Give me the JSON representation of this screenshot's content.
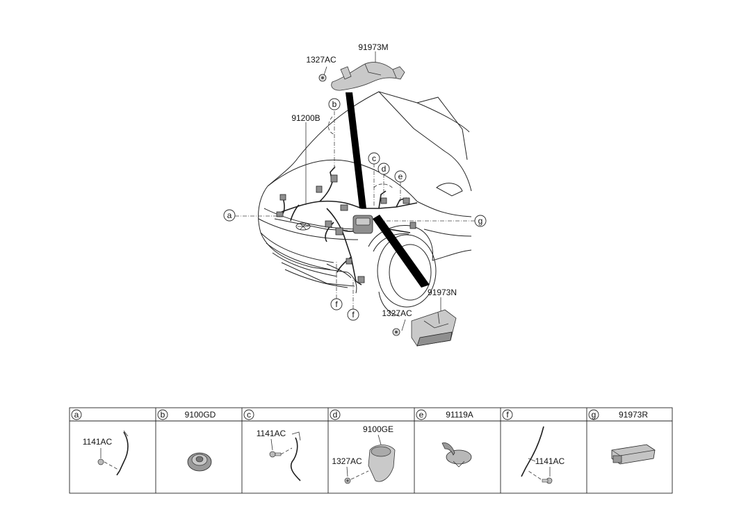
{
  "callouts": {
    "a": "a",
    "b": "b",
    "c": "c",
    "d": "d",
    "e": "e",
    "f": "f",
    "g": "g"
  },
  "parts": {
    "p_91973M": "91973M",
    "p_1327AC_top": "1327AC",
    "p_91200B": "91200B",
    "p_91973N": "91973N",
    "p_1327AC_mid": "1327AC"
  },
  "table": {
    "cells": [
      {
        "letter": "a",
        "header": "",
        "labels": [
          "1141AC"
        ]
      },
      {
        "letter": "b",
        "header": "9100GD",
        "labels": []
      },
      {
        "letter": "c",
        "header": "",
        "labels": [
          "1141AC"
        ]
      },
      {
        "letter": "d",
        "header": "",
        "labels": [
          "9100GE",
          "1327AC"
        ]
      },
      {
        "letter": "e",
        "header": "91119A",
        "labels": []
      },
      {
        "letter": "f",
        "header": "",
        "labels": [
          "1141AC"
        ]
      },
      {
        "letter": "g",
        "header": "91973R",
        "labels": []
      }
    ]
  }
}
